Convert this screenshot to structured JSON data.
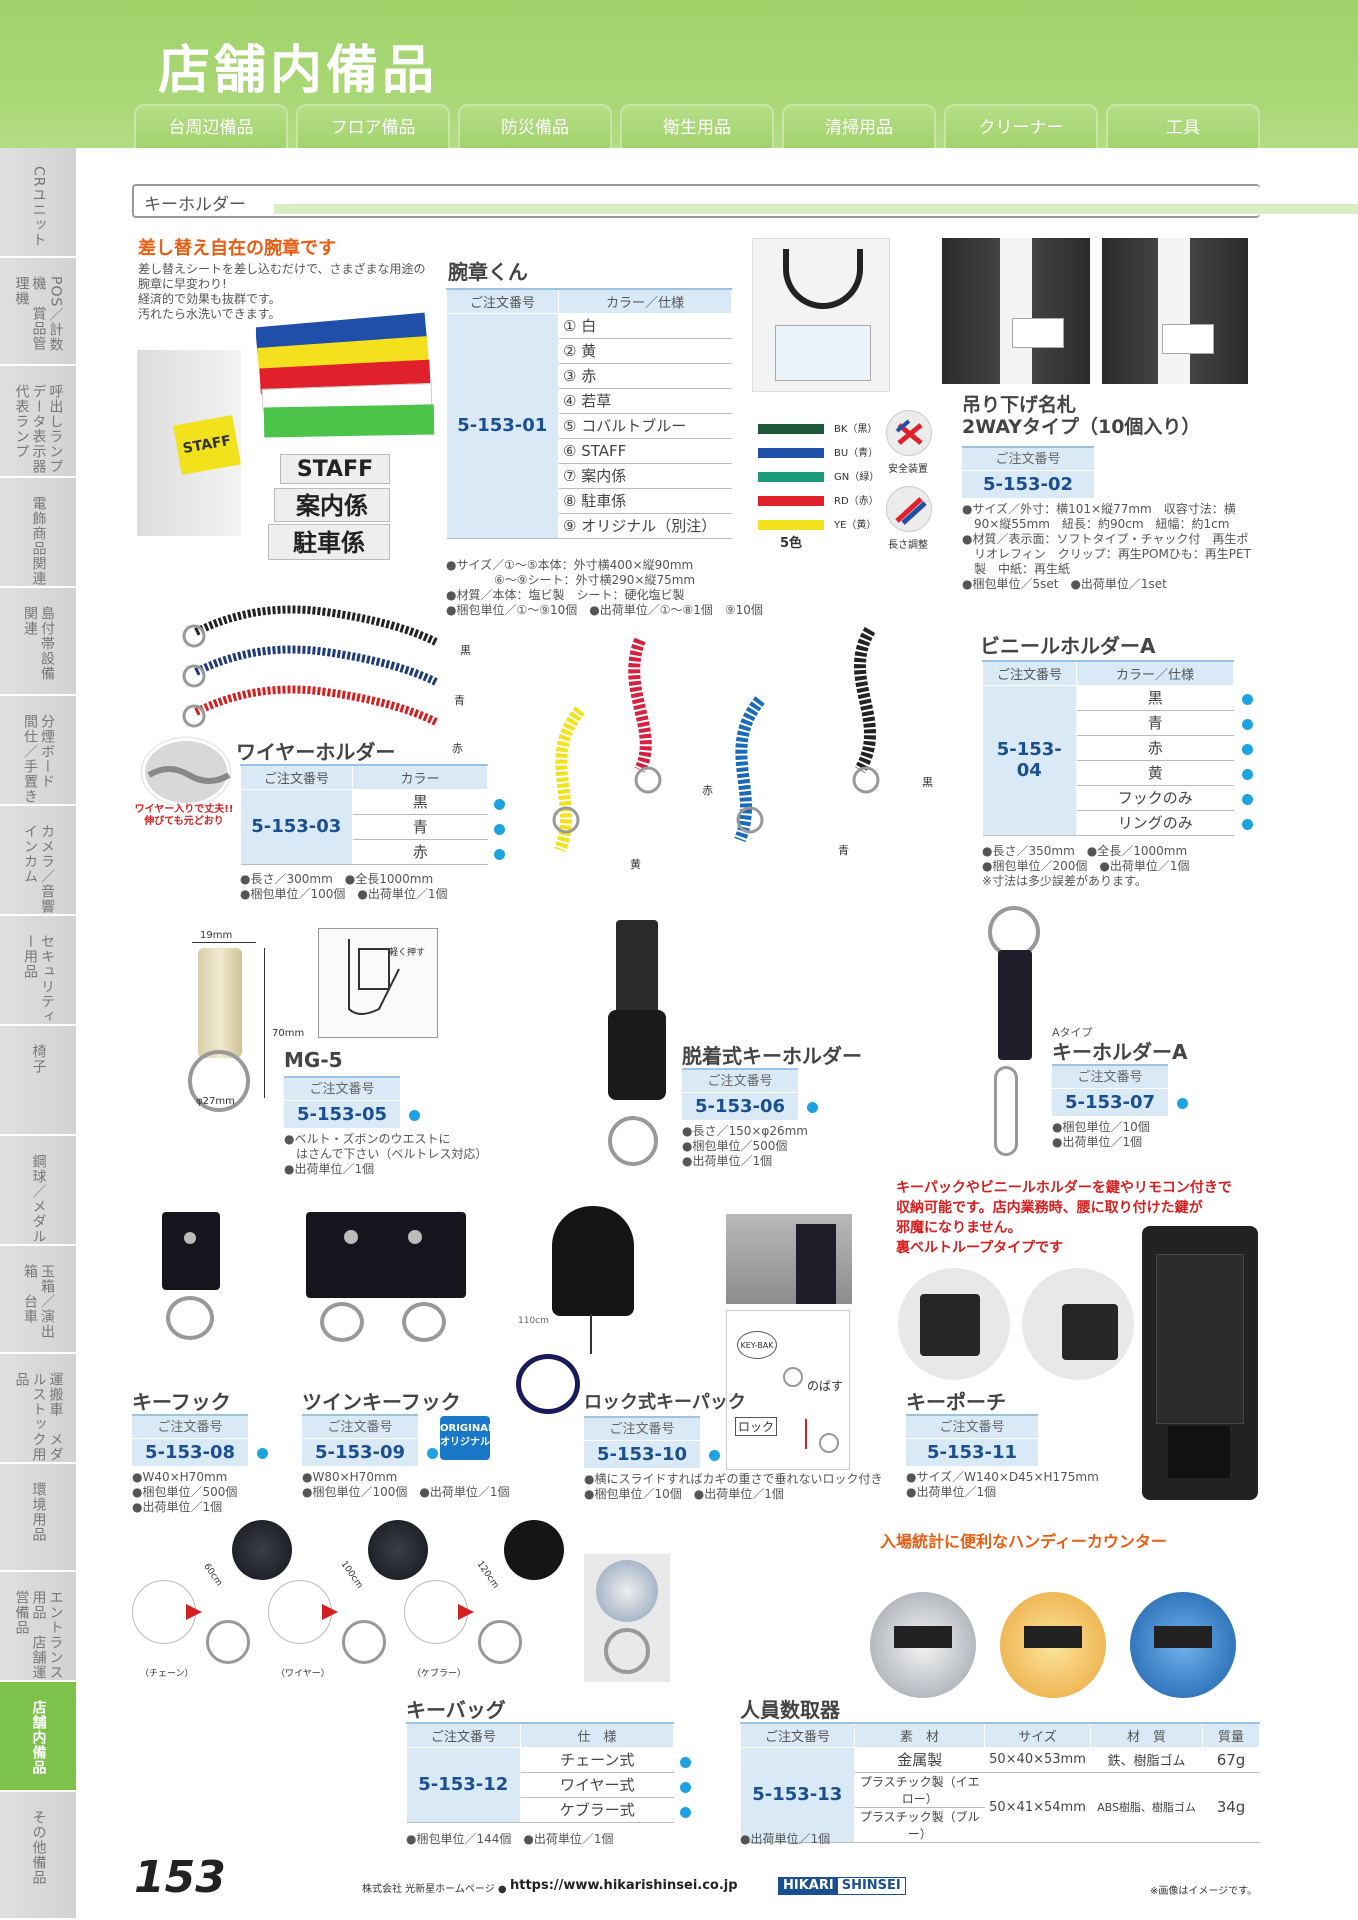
{
  "header": {
    "title": "店舗内備品",
    "tabs": [
      "台周辺備品",
      "フロア備品",
      "防災備品",
      "衛生用品",
      "清掃用品",
      "クリーナー",
      "工具"
    ]
  },
  "sidebar": {
    "items": [
      {
        "label": "CRユニット",
        "active": false
      },
      {
        "label": "POS／計数機　賞品管理機",
        "active": false
      },
      {
        "label": "呼出しランプ　データ表示器　代表ランプ",
        "active": false
      },
      {
        "label": "電飾商品関連",
        "active": false
      },
      {
        "label": "島付帯設備関連",
        "active": false
      },
      {
        "label": "分煙ボード　間仕／手置き",
        "active": false
      },
      {
        "label": "カメラ／音響　インカム",
        "active": false
      },
      {
        "label": "セキュリティー用品",
        "active": false
      },
      {
        "label": "椅子",
        "active": false
      },
      {
        "label": "鋼球／メダル",
        "active": false
      },
      {
        "label": "玉箱／演出箱　台車",
        "active": false
      },
      {
        "label": "運搬車　メダルストック用品",
        "active": false
      },
      {
        "label": "環境用品",
        "active": false
      },
      {
        "label": "エントランス用品　店舗運営備品",
        "active": false
      },
      {
        "label": "店舗内備品",
        "active": true
      },
      {
        "label": "その他備品",
        "active": false
      }
    ]
  },
  "section": {
    "label": "キーホルダー"
  },
  "armband": {
    "catch": "差し替え自在の腕章です",
    "desc": [
      "差し替えシートを差し込むだけで、さまざまな用途の",
      "腕章に早変わり!",
      "経済的で効果も抜群です。",
      "汚れたら水洗いできます。"
    ],
    "sheet_labels": [
      "STAFF",
      "案内係",
      "駐車係"
    ],
    "arm_label": "STAFF",
    "title": "腕章くん",
    "col_code": "ご注文番号",
    "col_spec": "カラー／仕様",
    "code": "5-153-01",
    "specs": [
      "① 白",
      "② 黄",
      "③ 赤",
      "④ 若草",
      "⑤ コバルトブルー",
      "⑥ STAFF",
      "⑦ 案内係",
      "⑧ 駐車係",
      "⑨ オリジナル（別注）"
    ],
    "notes": [
      "●サイズ／①～⑤本体：外寸横400×縦90mm",
      "　　　　⑥～⑨シート：外寸横290×縦75mm",
      "●材質／本体：塩ビ製　シート：硬化塩ビ製",
      "●梱包単位／①～⑨10個　●出荷単位／①～⑧1個　⑨10個"
    ]
  },
  "name_tag": {
    "colors": [
      {
        "code": "BK（黒）",
        "color": "#1e5a3a"
      },
      {
        "code": "BU（青）",
        "color": "#1f4fa8"
      },
      {
        "code": "GN（緑）",
        "color": "#1a9a7a"
      },
      {
        "code": "RD（赤）",
        "color": "#e0202a"
      },
      {
        "code": "YE（黄）",
        "color": "#f2e21c"
      }
    ],
    "colors_count": "5色",
    "safety_label": "安全装置",
    "length_label": "長さ調整",
    "title1": "吊り下げ名札",
    "title2": "2WAYタイプ（10個入り）",
    "col_code": "ご注文番号",
    "code": "5-153-02",
    "notes": [
      "●サイズ／外寸：横101×縦77mm　収容寸法：横",
      "　90×縦55mm　紐長：約90cm　紐幅：約1cm",
      "●材質／表示面：ソフトタイプ・チャック付　再生ポ",
      "　リオレフィン　クリップ：再生POMひも：再生PET",
      "　製　中紙：再生紙",
      "●梱包単位／5set　●出荷単位／1set"
    ]
  },
  "wire_holder": {
    "title": "ワイヤーホルダー",
    "callout": [
      "ワイヤー入りで丈夫!!",
      "伸びても元どおり"
    ],
    "photo_labels": [
      "黒",
      "青",
      "赤"
    ],
    "col_code": "ご注文番号",
    "col_color": "カラー",
    "code": "5-153-03",
    "colors": [
      "黒",
      "青",
      "赤"
    ],
    "notes": [
      "●長さ／300mm　●全長1000mm",
      "●梱包単位／100個　●出荷単位／1個"
    ]
  },
  "vinyl_holder": {
    "photo_labels": [
      "黄",
      "赤",
      "青",
      "黒"
    ],
    "title": "ビニールホルダーA",
    "col_code": "ご注文番号",
    "col_spec": "カラー／仕様",
    "code": "5-153-04",
    "specs": [
      "黒",
      "青",
      "赤",
      "黄",
      "フックのみ",
      "リングのみ"
    ],
    "notes": [
      "●長さ／350mm　●全長／1000mm",
      "●梱包単位／200個　●出荷単位／1個",
      "※寸法は多少誤差があります。"
    ]
  },
  "mg5": {
    "dim_width": "19mm",
    "dim_height": "70mm",
    "dim_ring": "φ27mm",
    "sketch_label": "軽く押す",
    "title": "MG-5",
    "col_code": "ご注文番号",
    "code": "5-153-05",
    "notes": [
      "●ベルト・ズボンのウエストに",
      "　はさんで下さい（ベルトレス対応）",
      "●出荷単位／1個"
    ]
  },
  "detach_holder": {
    "title": "脱着式キーホルダー",
    "col_code": "ご注文番号",
    "code": "5-153-06",
    "notes": [
      "●長さ／150×φ26mm",
      "●梱包単位／500個",
      "●出荷単位／1個"
    ]
  },
  "key_holder_a": {
    "type": "Aタイプ",
    "title": "キーホルダーA",
    "col_code": "ご注文番号",
    "code": "5-153-07",
    "notes": [
      "●梱包単位／10個",
      "●出荷単位／1個"
    ]
  },
  "key_hook": {
    "title": "キーフック",
    "col_code": "ご注文番号",
    "code": "5-153-08",
    "notes": [
      "●W40×H70mm",
      "●梱包単位／500個",
      "●出荷単位／1個"
    ]
  },
  "twin_hook": {
    "title": "ツインキーフック",
    "badge1": "ORIGINAL",
    "badge2": "オリジナル",
    "col_code": "ご注文番号",
    "code": "5-153-09",
    "notes": [
      "●W80×H70mm",
      "●梱包単位／100個　●出荷単位／1個"
    ]
  },
  "lock_keypack": {
    "length": "110cm",
    "brand": "KEY-BAK",
    "label_extend": "のばす",
    "label_lock": "ロック",
    "title": "ロック式キーパック",
    "col_code": "ご注文番号",
    "code": "5-153-10",
    "notes": [
      "●横にスライドすればカギの重さで垂れないロック付き",
      "●梱包単位／10個　●出荷単位／1個"
    ]
  },
  "key_pouch": {
    "catch": [
      "キーパックやビニールホルダーを鍵やリモコン付きで",
      "収納可能です。店内業務時、腰に取り付けた鍵が",
      "邪魔になりません。",
      "裏ベルトループタイプです"
    ],
    "title": "キーポーチ",
    "col_code": "ご注文番号",
    "code": "5-153-11",
    "notes": [
      "●サイズ／W140×D45×H175mm",
      "●出荷単位／1個"
    ]
  },
  "key_bag": {
    "reels": [
      {
        "len": "60cm",
        "type": "（チェーン）"
      },
      {
        "len": "100cm",
        "type": "（ワイヤー）"
      },
      {
        "len": "120cm",
        "type": "（ケブラー）"
      }
    ],
    "title": "キーバッグ",
    "col_code": "ご注文番号",
    "col_spec": "仕　様",
    "code": "5-153-12",
    "specs": [
      "チェーン式",
      "ワイヤー式",
      "ケブラー式"
    ],
    "notes": [
      "●梱包単位／144個　●出荷単位／1個"
    ]
  },
  "counter": {
    "catch": "入場統計に便利なハンディーカウンター",
    "title": "人員数取器",
    "headers": [
      "ご注文番号",
      "素　材",
      "サイズ",
      "材　質",
      "質量"
    ],
    "code": "5-153-13",
    "rows": [
      {
        "material": "金属製",
        "size": "50×40×53mm",
        "quality": "鉄、樹脂ゴム",
        "weight": "67g"
      },
      {
        "material": "プラスチック製（イエロー）",
        "size": "50×41×54mm",
        "quality": "ABS樹脂、樹脂ゴム",
        "weight": "34g"
      },
      {
        "material": "プラスチック製（ブルー）"
      }
    ],
    "notes": [
      "●出荷単位／1個"
    ]
  },
  "footer": {
    "page": "153",
    "company": "株式会社 光新星ホームページ ●",
    "url": "https://www.hikarishinsei.co.jp",
    "logo1": "HIKARI",
    "logo2": "SHINSEI",
    "disclaimer": "※画像はイメージです。"
  }
}
